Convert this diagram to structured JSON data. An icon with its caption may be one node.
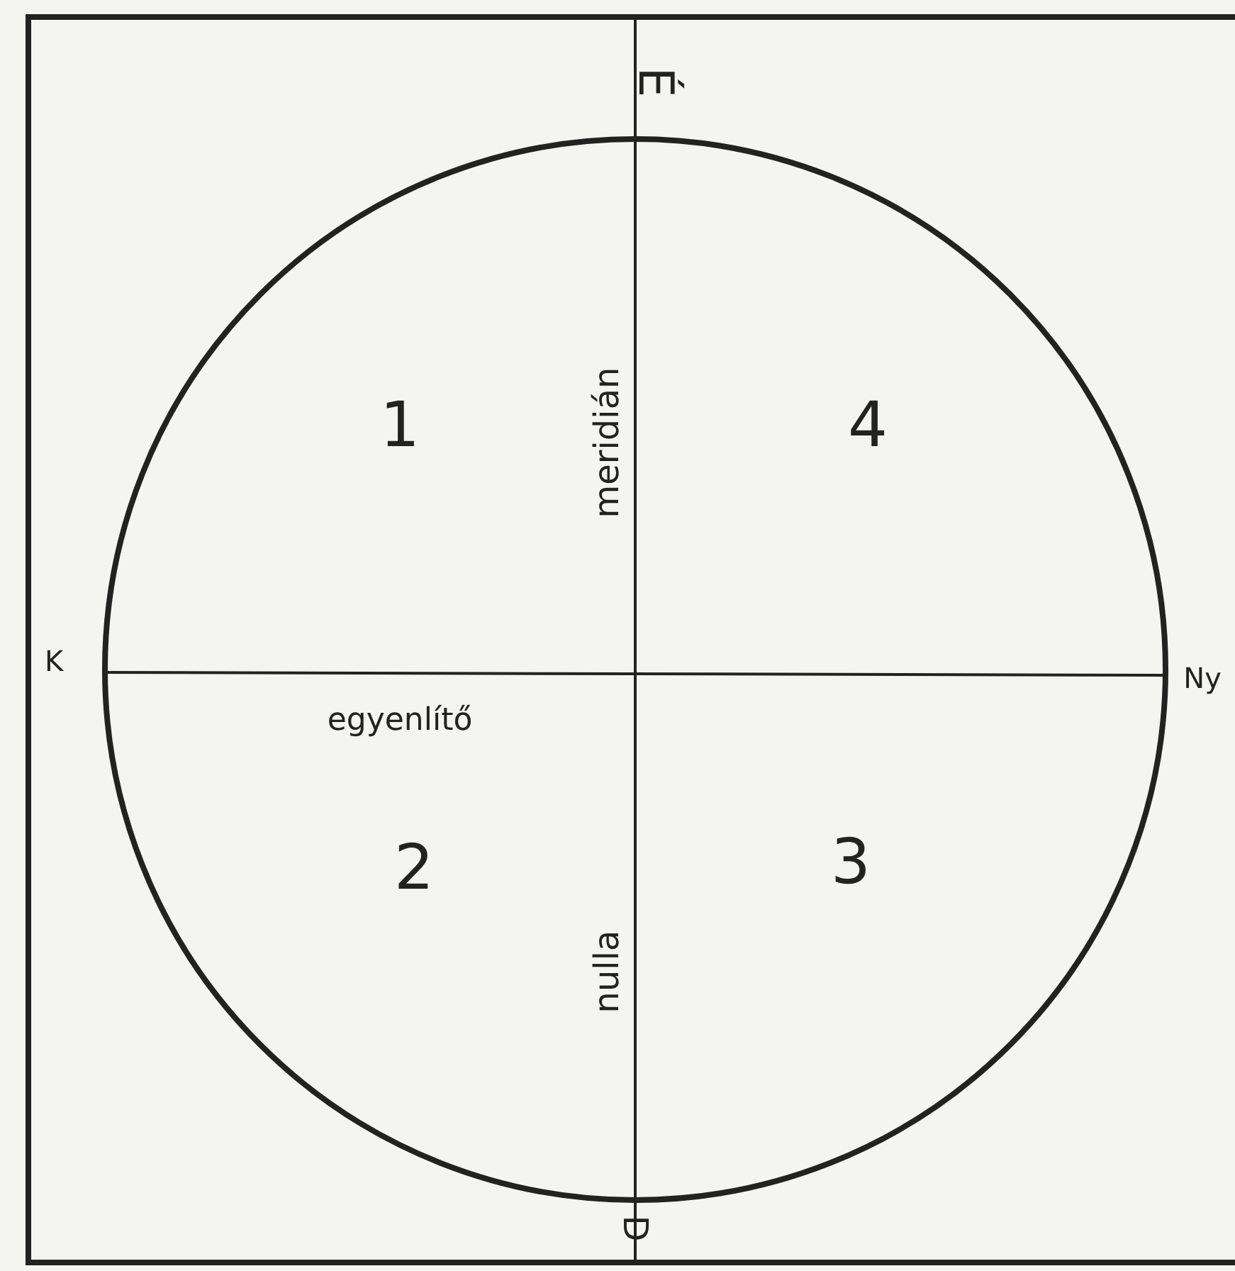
{
  "diagram": {
    "labels": [
      "É",
      "1",
      "meridián",
      "4",
      "K",
      "Ny",
      "egyenlítő",
      "2",
      "nulla",
      "3",
      "D"
    ]
  }
}
